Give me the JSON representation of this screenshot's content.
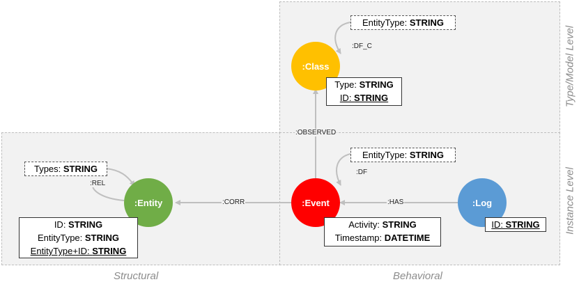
{
  "levels": {
    "type_model": "Type/Model Level",
    "instance": "Instance Level",
    "structural": "Structural",
    "behavioral": "Behavioral"
  },
  "nodes": {
    "class": {
      "label": ":Class",
      "color": "#ffc000"
    },
    "event": {
      "label": ":Event",
      "color": "#ff0000"
    },
    "entity": {
      "label": ":Entity",
      "color": "#70ad47"
    },
    "log": {
      "label": ":Log",
      "color": "#5b9bd5"
    }
  },
  "attributes": {
    "class_entity_type": {
      "key": "EntityType: ",
      "type": "STRING"
    },
    "class_type": {
      "key": "Type: ",
      "type": "STRING"
    },
    "class_id": {
      "key": "ID: ",
      "type": "STRING"
    },
    "event_entity_type": {
      "key": "EntityType: ",
      "type": "STRING"
    },
    "event_activity": {
      "key": "Activity: ",
      "type": "STRING"
    },
    "event_timestamp": {
      "key": "Timestamp: ",
      "type": "DATETIME"
    },
    "entity_types": {
      "key": "Types: ",
      "type": "STRING"
    },
    "entity_id": {
      "key": "ID: ",
      "type": "STRING"
    },
    "entity_entity_type": {
      "key": "EntityType: ",
      "type": "STRING"
    },
    "entity_combo_id": {
      "key": "EntityType+ID: ",
      "type": "STRING"
    },
    "log_id": {
      "key": "ID: ",
      "type": "STRING"
    }
  },
  "edges": {
    "df_c": ":DF_C",
    "observed": ":OBSERVED",
    "df": ":DF",
    "rel": ":REL",
    "corr": ":CORR",
    "has": ":HAS"
  },
  "colors": {
    "region_bg": "#f2f2f2",
    "edge": "#bfbfbf"
  }
}
